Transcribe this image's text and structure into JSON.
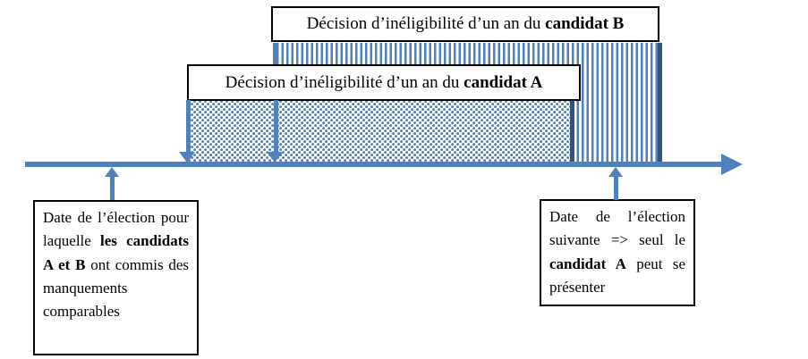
{
  "diagram": {
    "title_context": "Timeline of one-year ineligibility decisions for candidates A and B",
    "colors": {
      "accent_blue": "#4f81bd",
      "dark_blue_border": "#31547e",
      "box_border": "#000000",
      "background": "#ffffff"
    },
    "label_box_b": {
      "segments": [
        {
          "text": "Décision d’inéligibilité d’un an du ",
          "bold": false
        },
        {
          "text": "candidat B",
          "bold": true
        }
      ]
    },
    "label_box_a": {
      "segments": [
        {
          "text": "Décision d’inéligibilité d’un an du ",
          "bold": false
        },
        {
          "text": "candidat A",
          "bold": true
        }
      ]
    },
    "note_left": {
      "segments": [
        {
          "text": "Date de l’élection pour laquelle ",
          "bold": false
        },
        {
          "text": "les candidats A et B",
          "bold": true
        },
        {
          "text": " ont commis des manquements comparables",
          "bold": false
        }
      ]
    },
    "note_right": {
      "segments": [
        {
          "text": "Date de l’élection suivante => seul le ",
          "bold": false
        },
        {
          "text": "candidat A",
          "bold": true
        },
        {
          "text": " peut se présenter",
          "bold": false
        }
      ]
    },
    "regions": {
      "candidate_a_pattern": "dotted",
      "candidate_b_pattern": "vertical-stripes"
    }
  }
}
